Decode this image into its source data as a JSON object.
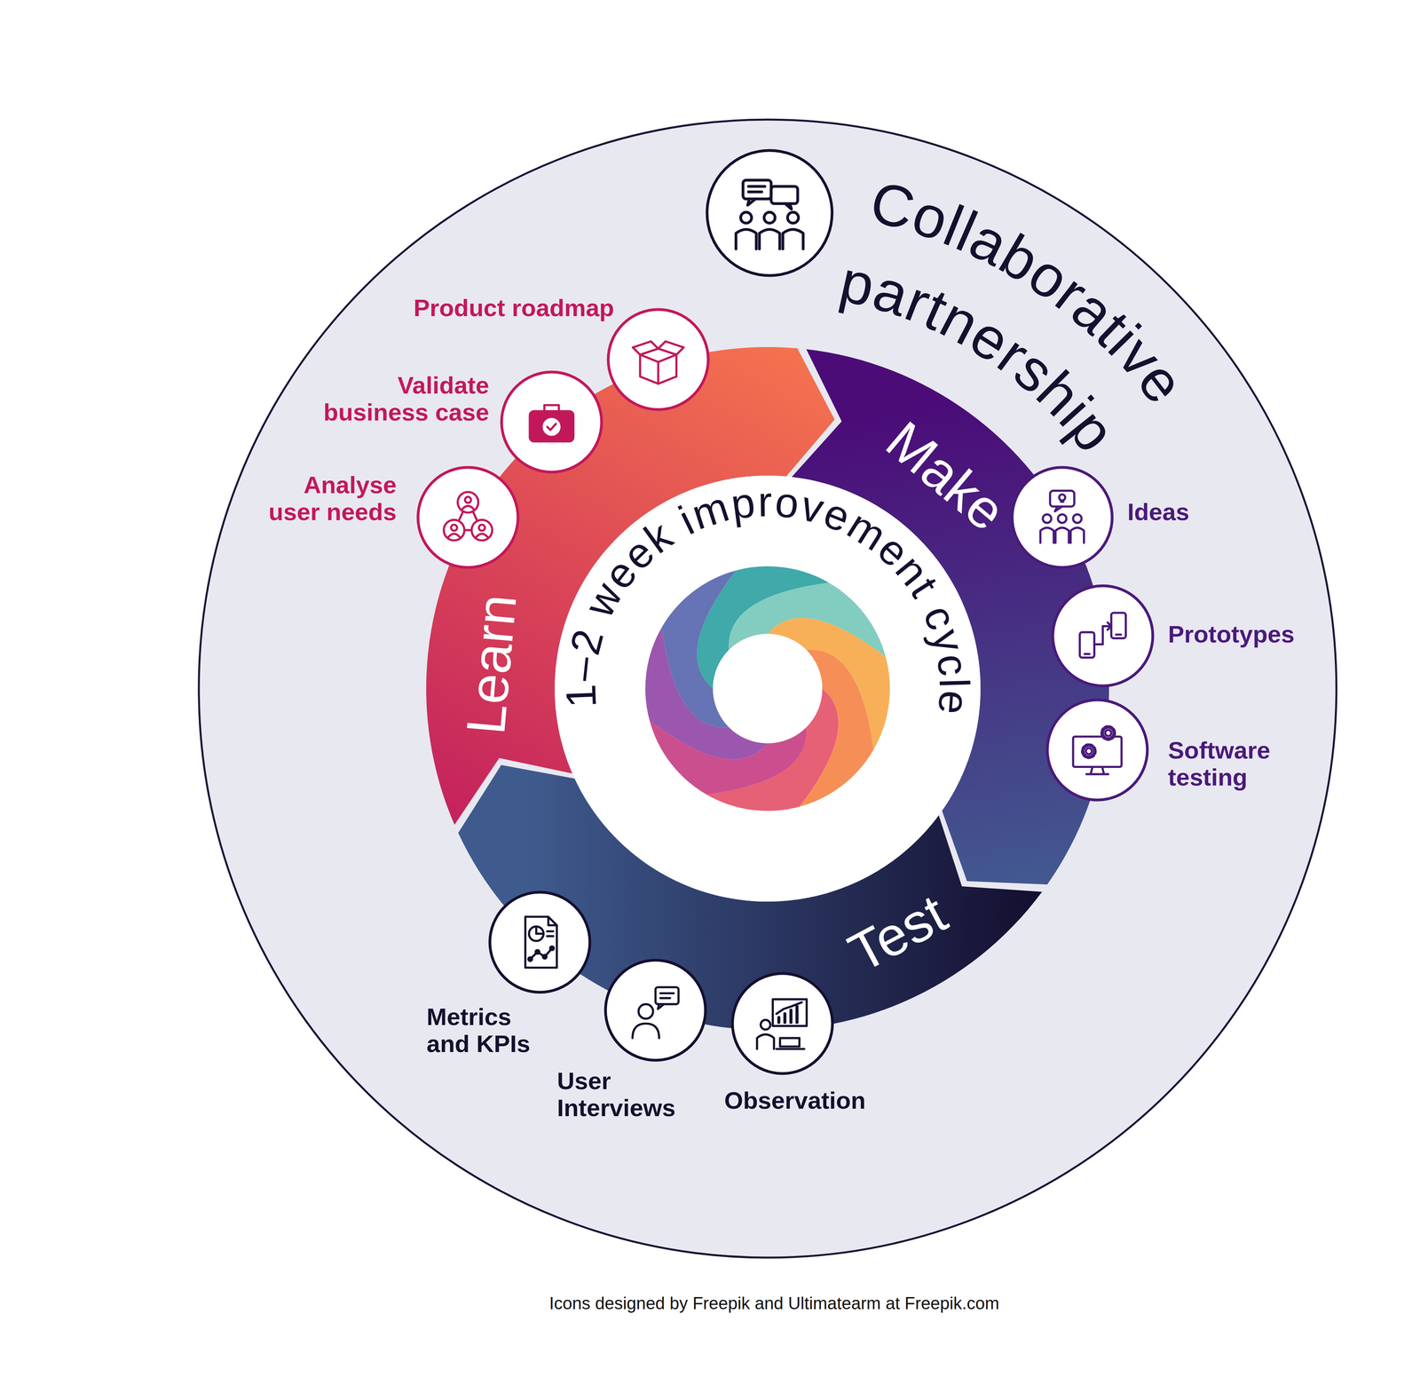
{
  "diagram": {
    "caption": "Icons designed by Freepik and Ultimatearm at Freepik.com",
    "nodes": [
      {
        "text": [
          "Collaborative partnership"
        ]
      },
      {
        "text": [
          "Learn"
        ],
        "in": 0
      },
      {
        "text": [
          "Make"
        ],
        "in": 0
      },
      {
        "text": [
          "Test"
        ],
        "in": 0
      },
      {
        "text": [
          "1–2 week improvement cycle"
        ],
        "in": 0
      },
      {
        "text": [
          "Product roadmap"
        ],
        "in": 0
      },
      {
        "text": [
          "Validate business case"
        ],
        "in": 0
      },
      {
        "text": [
          "Analyse user needs"
        ],
        "in": 0
      },
      {
        "text": [
          "Ideas"
        ],
        "in": 0
      },
      {
        "text": [
          "Prototypes"
        ],
        "in": 0
      },
      {
        "text": [
          "Software testing"
        ],
        "in": 0
      },
      {
        "text": [
          "Metrics and KPIs"
        ],
        "in": 0
      },
      {
        "text": [
          "User Interviews"
        ],
        "in": 0
      },
      {
        "text": [
          "Observation"
        ],
        "in": 0
      }
    ]
  }
}
